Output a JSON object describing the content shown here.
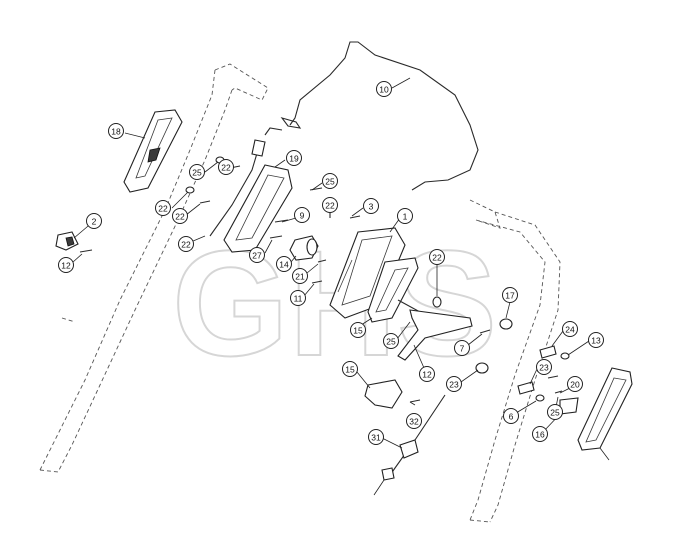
{
  "diagram": {
    "watermark": "GHS",
    "callouts": [
      "10",
      "18",
      "19",
      "25",
      "22",
      "25",
      "22",
      "22",
      "22",
      "3",
      "1",
      "2",
      "22",
      "9",
      "27",
      "14",
      "21",
      "22",
      "12",
      "11",
      "17",
      "15",
      "25",
      "24",
      "13",
      "7",
      "12",
      "15",
      "23",
      "23",
      "20",
      "25",
      "32",
      "6",
      "16",
      "31"
    ]
  }
}
